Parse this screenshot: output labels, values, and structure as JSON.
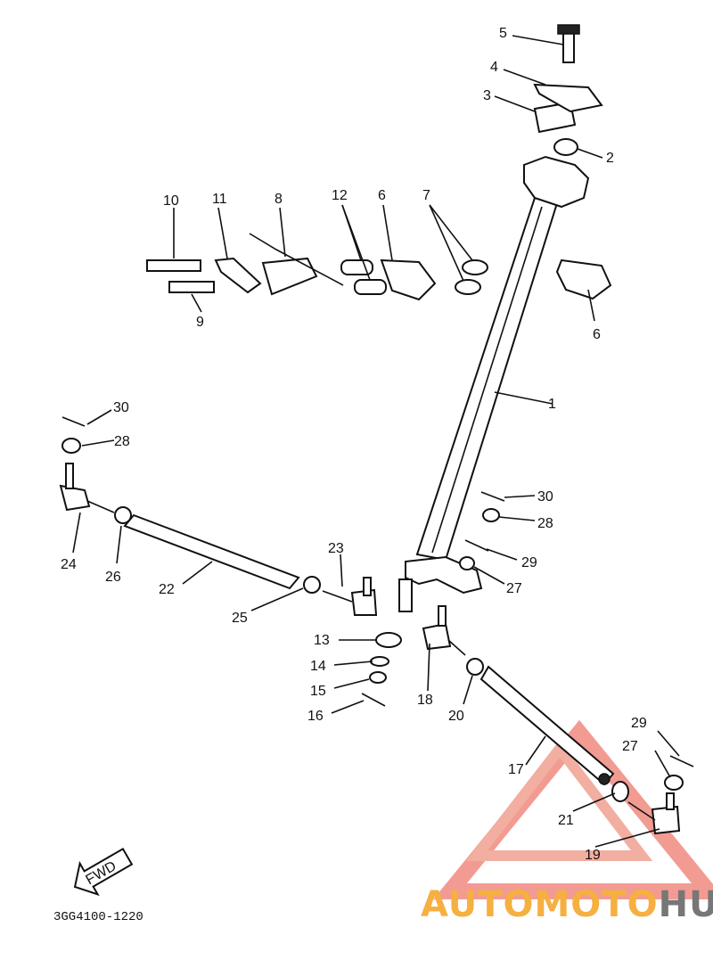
{
  "diagram": {
    "part_code": "3GG4100-1220",
    "fwd_label": "FWD",
    "callouts": [
      "1",
      "2",
      "3",
      "4",
      "5",
      "6",
      "6",
      "7",
      "8",
      "9",
      "10",
      "11",
      "12",
      "13",
      "14",
      "15",
      "16",
      "17",
      "18",
      "19",
      "20",
      "21",
      "22",
      "23",
      "24",
      "25",
      "26",
      "27",
      "27",
      "28",
      "28",
      "29",
      "29",
      "30",
      "30"
    ]
  },
  "watermark": {
    "brand_part1": "AUTOMOTO",
    "brand_part2": "HUB",
    "colors": {
      "orange": "#f5b041",
      "red": "#e05a50",
      "grey": "#777777"
    }
  }
}
